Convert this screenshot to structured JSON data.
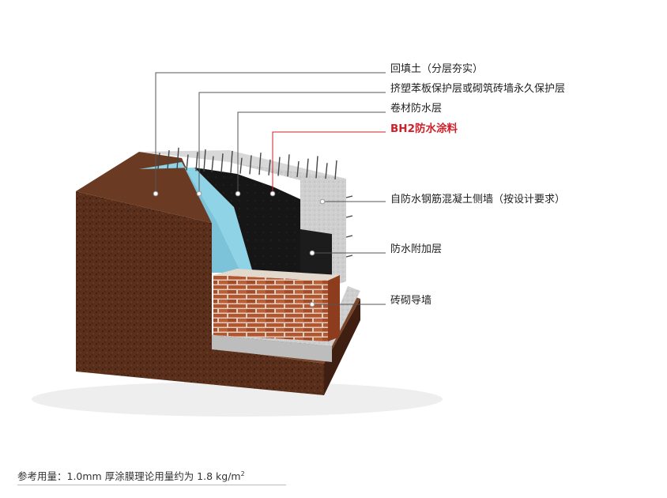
{
  "diagram": {
    "labels": [
      {
        "id": "backfill",
        "text": "回填土（分层夯实）"
      },
      {
        "id": "protection",
        "text": "挤塑苯板保护层或砌筑砖墙永久保护层"
      },
      {
        "id": "membrane",
        "text": "卷材防水层"
      },
      {
        "id": "coating",
        "text": "BH2防水涂料",
        "highlight": true
      },
      {
        "id": "concrete-wall",
        "text": "自防水钢筋混凝土侧墙（按设计要求）"
      },
      {
        "id": "additional-layer",
        "text": "防水附加层"
      },
      {
        "id": "brick-wall",
        "text": "砖砌导墙"
      }
    ],
    "colors": {
      "soil": "#5a2f1b",
      "soil_dark": "#3e1f11",
      "foam": "#8fd3e6",
      "membrane": "#151515",
      "concrete": "#c9c9c9",
      "brick": "#b5552e",
      "highlight": "#d0202a"
    }
  },
  "footnote": {
    "prefix": "参考用量：1.0mm 厚涂膜理论用量约为 1.8 kg/m",
    "superscript": "2"
  }
}
